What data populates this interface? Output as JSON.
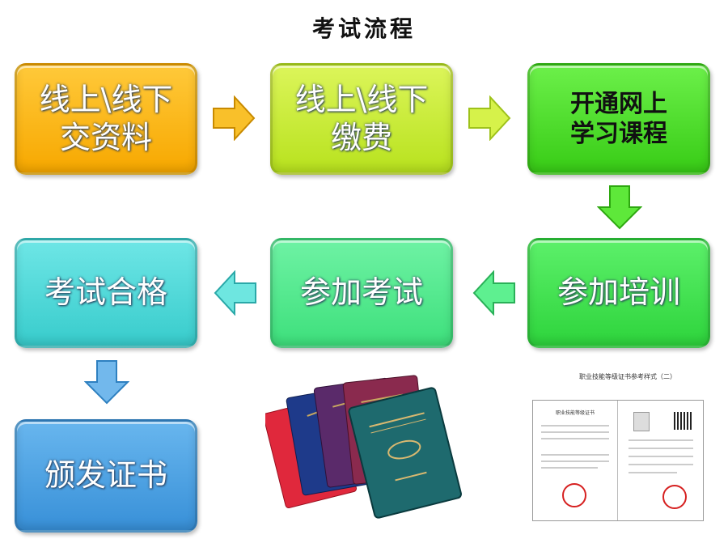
{
  "title": "考试流程",
  "steps": [
    {
      "line1": "线上\\线下",
      "line2": "交资料"
    },
    {
      "line1": "线上\\线下",
      "line2": "缴费"
    },
    {
      "line1": "开通网上",
      "line2": "学习课程"
    },
    {
      "line1": "参加培训",
      "line2": ""
    },
    {
      "line1": "参加考试",
      "line2": ""
    },
    {
      "line1": "考试合格",
      "line2": ""
    },
    {
      "line1": "颁发证书",
      "line2": ""
    }
  ],
  "colors": {
    "step1": "#f9b51a",
    "step2": "#c8ec3a",
    "step3": "#4fdc2a",
    "step4": "#3ee04a",
    "step5": "#52e88e",
    "step6": "#4ed8da",
    "step7": "#4aa3e0"
  },
  "certificate_sample": {
    "heading": "职业技能等级证书参考样式（二）",
    "cert_title": "职业技能等级证书"
  }
}
